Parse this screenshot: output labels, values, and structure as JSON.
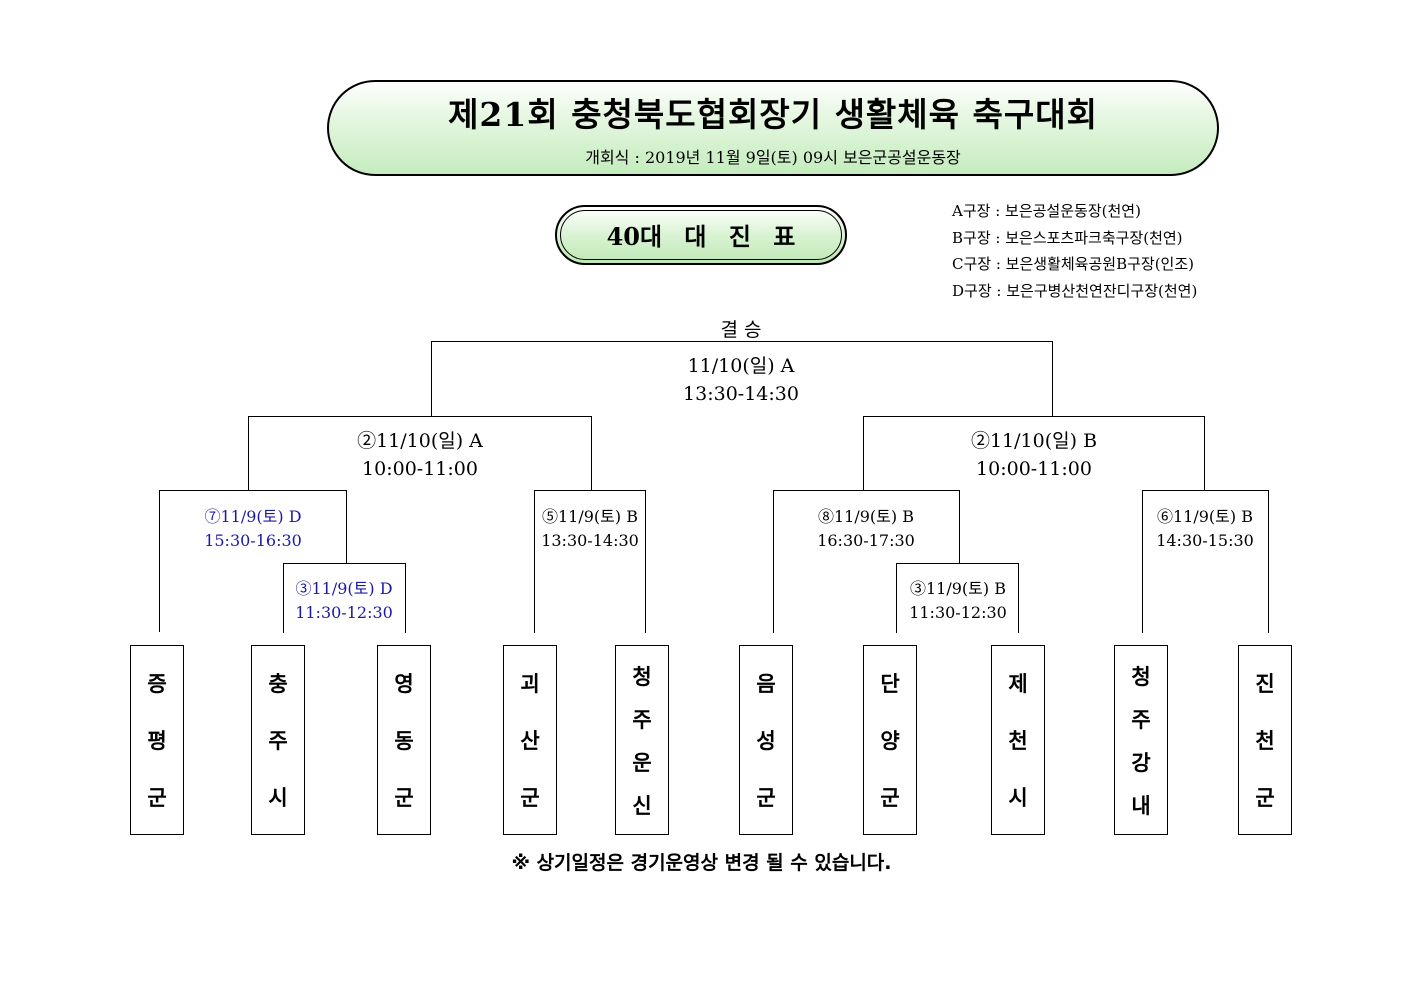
{
  "header": {
    "title": "제21회 충청북도협회장기 생활체육 축구대회",
    "opening": "개회식 : 2019년 11월 9일(토) 09시 보은군공설운동장"
  },
  "sub_title": "40대 대 진 표",
  "venues": [
    "A구장 : 보은공설운동장(천연)",
    "B구장 : 보은스포츠파크축구장(천연)",
    "C구장 : 보은생활체육공원B구장(인조)",
    "D구장 : 보은구병산천연잔디구장(천연)"
  ],
  "final": {
    "heading": "결 승",
    "date": "11/10(일) A",
    "time": "13:30-14:30"
  },
  "semis": [
    {
      "date": "②11/10(일) A",
      "time": "10:00-11:00"
    },
    {
      "date": "②11/10(일) B",
      "time": "10:00-11:00"
    }
  ],
  "quarters": [
    {
      "date": "⑦11/9(토) D",
      "time": "15:30-16:30"
    },
    {
      "date": "⑤11/9(토) B",
      "time": "13:30-14:30"
    },
    {
      "date": "⑧11/9(토) B",
      "time": "16:30-17:30"
    },
    {
      "date": "⑥11/9(토) B",
      "time": "14:30-15:30"
    }
  ],
  "round1": [
    {
      "date": "③11/9(토) D",
      "time": "11:30-12:30"
    },
    {
      "date": "③11/9(토) B",
      "time": "11:30-12:30"
    }
  ],
  "teams": [
    [
      "증",
      "평",
      "군"
    ],
    [
      "충",
      "주",
      "시"
    ],
    [
      "영",
      "동",
      "군"
    ],
    [
      "괴",
      "산",
      "군"
    ],
    [
      "청",
      "주",
      "운",
      "신"
    ],
    [
      "음",
      "성",
      "군"
    ],
    [
      "단",
      "양",
      "군"
    ],
    [
      "제",
      "천",
      "시"
    ],
    [
      "청",
      "주",
      "강",
      "내"
    ],
    [
      "진",
      "천",
      "군"
    ]
  ],
  "note": "※ 상기일정은 경기운영상 변경 될 수 있습니다.",
  "colors": {
    "title_bg": "#c4ecbd",
    "blue_text": "#1a1aa6"
  }
}
